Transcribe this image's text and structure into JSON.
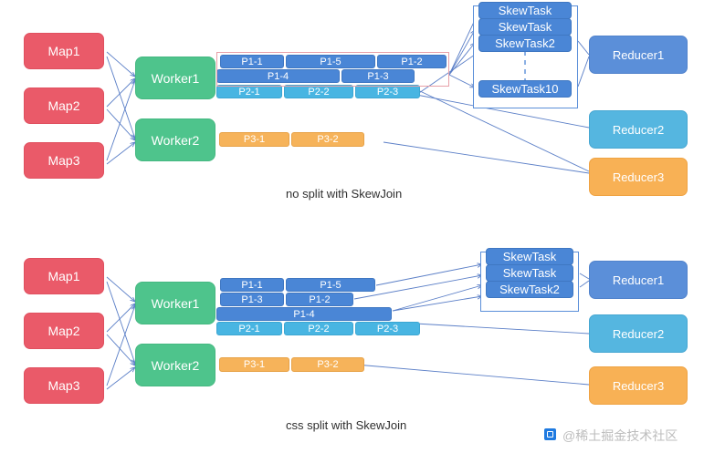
{
  "diagram": {
    "title": "SkewJoin split comparison diagram",
    "colors": {
      "map": "#ea5a69",
      "worker": "#4ec48c",
      "partition_p1": "#4a86d6",
      "partition_p2": "#48b5e2",
      "partition_p3": "#f6b35a",
      "reducer1": "#5b8fd9",
      "reducer2": "#55b6e0",
      "reducer3": "#f8b155",
      "arrow": "#5b7fc7",
      "group_outline": "#e8a0a8"
    },
    "top": {
      "caption": "no split with SkewJoin",
      "maps": [
        {
          "label": "Map1"
        },
        {
          "label": "Map2"
        },
        {
          "label": "Map3"
        }
      ],
      "workers": [
        {
          "label": "Worker1"
        },
        {
          "label": "Worker2"
        }
      ],
      "worker1_partitions": {
        "row1": [
          "P1-1",
          "P1-5",
          "P1-2"
        ],
        "row2": [
          "P1-4",
          "P1-3"
        ],
        "row3": [
          "P2-1",
          "P2-2",
          "P2-3"
        ]
      },
      "worker2_partitions": {
        "row1": [
          "P3-1",
          "P3-2"
        ]
      },
      "skew_tasks": [
        "SkewTask",
        "SkewTask",
        "SkewTask2",
        "SkewTask10"
      ],
      "reducers": [
        {
          "label": "Reducer1"
        },
        {
          "label": "Reducer2"
        },
        {
          "label": "Reducer3"
        }
      ]
    },
    "bottom": {
      "caption": "css split with SkewJoin",
      "maps": [
        {
          "label": "Map1"
        },
        {
          "label": "Map2"
        },
        {
          "label": "Map3"
        }
      ],
      "workers": [
        {
          "label": "Worker1"
        },
        {
          "label": "Worker2"
        }
      ],
      "worker1_partitions": {
        "row1": [
          "P1-1",
          "P1-5"
        ],
        "row2": [
          "P1-3",
          "P1-2"
        ],
        "row3": [
          "P1-4"
        ],
        "row4": [
          "P2-1",
          "P2-2",
          "P2-3"
        ]
      },
      "worker2_partitions": {
        "row1": [
          "P3-1",
          "P3-2"
        ]
      },
      "skew_tasks": [
        "SkewTask",
        "SkewTask",
        "SkewTask2"
      ],
      "reducers": [
        {
          "label": "Reducer1"
        },
        {
          "label": "Reducer2"
        },
        {
          "label": "Reducer3"
        }
      ]
    },
    "watermark": {
      "text": "@稀土掘金技术社区"
    }
  }
}
